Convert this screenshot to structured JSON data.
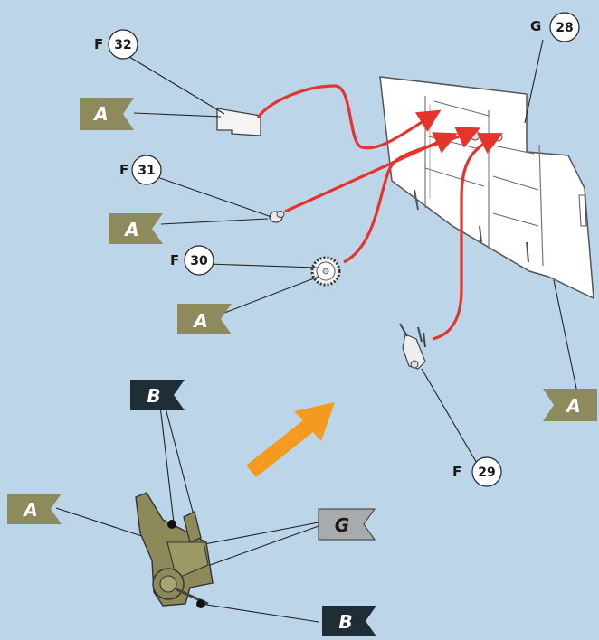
{
  "parts": [
    {
      "prefix": "F",
      "number": "32"
    },
    {
      "prefix": "F",
      "number": "31"
    },
    {
      "prefix": "F",
      "number": "30"
    },
    {
      "prefix": "F",
      "number": "29"
    },
    {
      "prefix": "G",
      "number": "28"
    }
  ],
  "flags": {
    "paint_a": "A",
    "paint_b": "B",
    "paint_g": "G"
  },
  "colors": {
    "background": "#bcd5e8",
    "flag_a": "#8d8a5e",
    "flag_b": "#1f2e36",
    "flag_g": "#a8aaab",
    "arrow_red": "#e5342b",
    "arrow_orange": "#f39a1f",
    "assembly_olive": "#8b8a58"
  },
  "icons": {
    "direction": "orange-arrow-icon",
    "placement": "red-arrow-icon"
  }
}
